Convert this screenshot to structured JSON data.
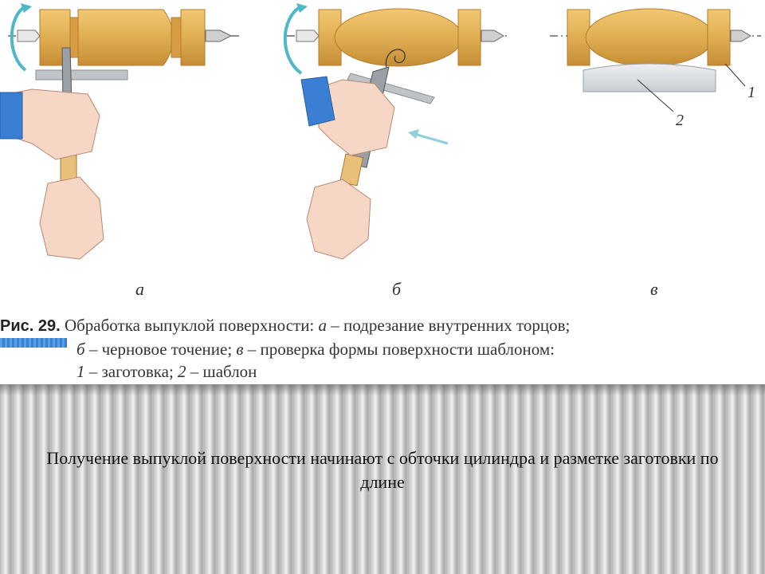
{
  "figure": {
    "panels": [
      {
        "letter": "а"
      },
      {
        "letter": "б"
      },
      {
        "letter": "в"
      }
    ],
    "callouts": {
      "one": "1",
      "two": "2"
    },
    "caption": {
      "label": "Рис. 29.",
      "line1_text": "Обработка выпуклой поверхности:",
      "line1_item_a": "а",
      "line1_item_a_desc": "– подрезание внутренних торцов;",
      "line2_item_b": "б",
      "line2_item_b_desc": "– черновое точение;",
      "line2_item_v": "в",
      "line2_item_v_desc": "– проверка формы поверхности шаблоном:",
      "line3_item_1": "1",
      "line3_item_1_desc": "– заготовка;",
      "line3_item_2": "2",
      "line3_item_2_desc": "– шаблон"
    },
    "colors": {
      "wood": "#e0ae52",
      "wood_dark": "#b77a2a",
      "arrow": "#4fb8c8",
      "sleeve": "#3b7fd4",
      "skin": "#f6d6c4",
      "template": "#d9dde2"
    }
  },
  "slide": {
    "text": "Получение выпуклой поверхности начинают с обточки цилиндра и разметке заготовки по длине"
  }
}
